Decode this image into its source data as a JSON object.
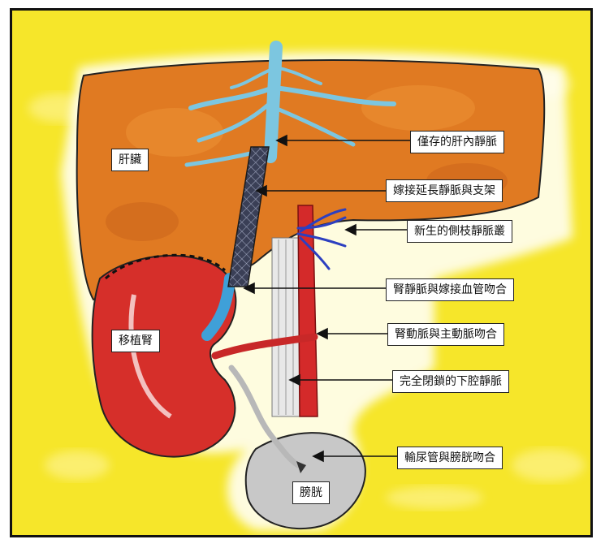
{
  "organs": {
    "liver": "肝臟",
    "kidney": "移植腎",
    "bladder": "膀胱"
  },
  "callouts": {
    "remaining_hepatic_veins": "僅存的肝內靜脈",
    "graft_extension_stent": "嫁接延長靜脈與支架",
    "collateral_plexus": "新生的側枝靜脈叢",
    "renal_vein_anastomosis": "腎靜脈與嫁接血管吻合",
    "renal_artery_anastomosis": "腎動脈與主動脈吻合",
    "occluded_ivc": "完全閉鎖的下腔靜脈",
    "ureter_bladder_anastomosis": "輸尿管與膀胱吻合"
  },
  "colors": {
    "background": "#f6e62a",
    "liver": "#e07a22",
    "kidney": "#d62f2a",
    "aorta": "#d42a2a",
    "vein": "#7cc6e0",
    "collateral": "#2c3fc0",
    "bladder": "#c8c8c8",
    "stent": "#2a2f45"
  }
}
